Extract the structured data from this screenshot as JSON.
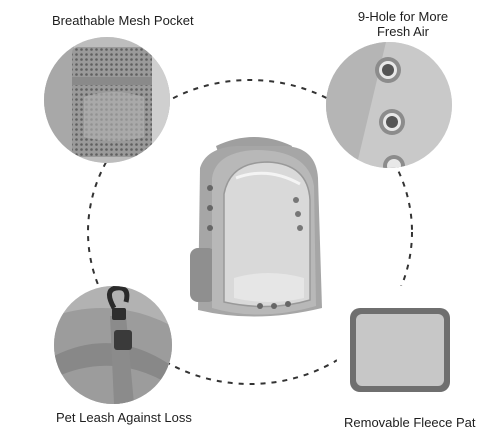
{
  "features": {
    "top_left": {
      "label": "Breathable Mesh Pocket",
      "icon": "mesh-pocket-photo"
    },
    "top_right": {
      "label_line1": "9-Hole for More",
      "label_line2": "Fresh Air",
      "icon": "air-holes-photo"
    },
    "bottom_left": {
      "label": "Pet Leash Against Loss",
      "icon": "leash-clip-photo"
    },
    "bottom_right": {
      "label": "Removable Fleece Pat",
      "icon": "fleece-pad-photo"
    }
  },
  "product": {
    "name_icon": "bubble-backpack-photo"
  },
  "colors": {
    "fabric_gray": "#a9a9a9",
    "dark_gray": "#7a7a7a",
    "background": "#ffffff",
    "text": "#1e1e1e",
    "dashed_ring": "#333333"
  }
}
